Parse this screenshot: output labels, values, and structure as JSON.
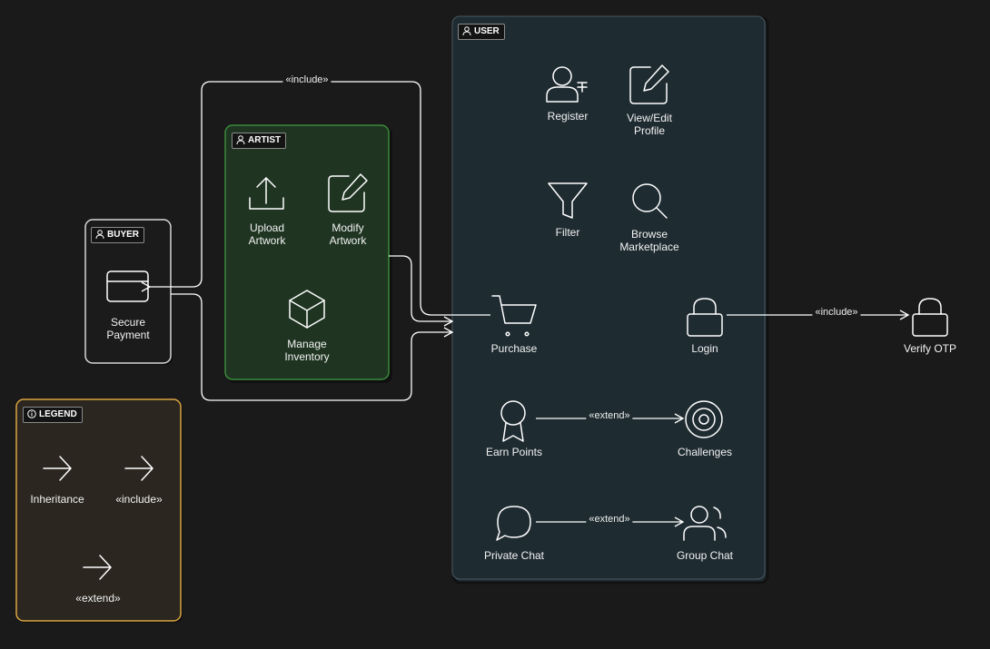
{
  "containers": {
    "user": "USER",
    "artist": "ARTIST",
    "buyer": "BUYER",
    "legend": "LEGEND"
  },
  "use_cases": {
    "register": "Register",
    "view_edit_profile_1": "View/Edit",
    "view_edit_profile_2": "Profile",
    "filter": "Filter",
    "browse_1": "Browse",
    "browse_2": "Marketplace",
    "purchase": "Purchase",
    "login": "Login",
    "verify_otp": "Verify OTP",
    "earn_points": "Earn Points",
    "challenges": "Challenges",
    "private_chat": "Private Chat",
    "group_chat": "Group Chat",
    "upload_1": "Upload",
    "upload_2": "Artwork",
    "modify_1": "Modify",
    "modify_2": "Artwork",
    "manage_1": "Manage",
    "manage_2": "Inventory",
    "secure_1": "Secure",
    "secure_2": "Payment"
  },
  "edges": {
    "include_top": "«include»",
    "include_otp": "«include»",
    "extend_points": "«extend»",
    "extend_chat": "«extend»"
  },
  "legend": {
    "inheritance": "Inheritance",
    "include": "«include»",
    "extend": "«extend»"
  },
  "colors": {
    "background": "#1a1a1a",
    "user_fill": "#1e2b31",
    "artist_fill": "#1f3522",
    "artist_border": "#3b8a3b",
    "buyer_fill": "#1b1b1b",
    "legend_fill": "#2b2720",
    "legend_border": "#d9a441",
    "line": "#ffffff"
  },
  "icons": {
    "register": "user-plus-icon",
    "profile": "edit-icon",
    "filter": "funnel-icon",
    "browse": "search-icon",
    "purchase": "cart-icon",
    "login": "lock-icon",
    "verify_otp": "lock-icon",
    "earn_points": "award-icon",
    "challenges": "target-icon",
    "private_chat": "chat-bubble-icon",
    "group_chat": "users-icon",
    "upload": "upload-icon",
    "modify": "edit-icon",
    "manage": "box-icon",
    "secure_payment": "credit-card-icon"
  }
}
